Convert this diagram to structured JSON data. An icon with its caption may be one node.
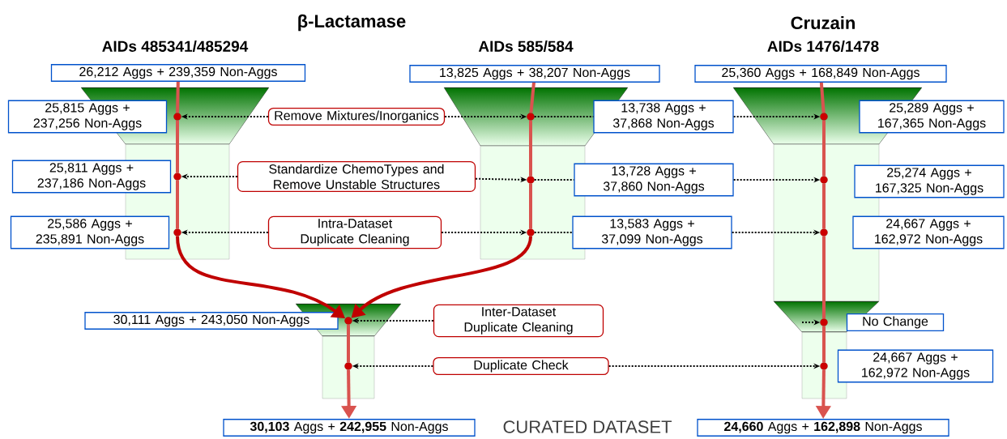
{
  "diagram": {
    "nodes": [
      {
        "text": [
          "26,212 Aggs + 239,359 Non-Aggs"
        ],
        "beside": [
          "AIDs 485341/485294"
        ]
      },
      {
        "text": [
          "13,825 Aggs + 38,207 Non-Aggs"
        ],
        "beside": [
          "AIDs 585/584"
        ]
      },
      {
        "text": [
          "25,360 Aggs + 168,849 Non-Aggs"
        ],
        "beside": [
          "AIDs 1476/1478"
        ]
      },
      {
        "text": [
          "25,815 Aggs + 237,256 Non-Aggs"
        ]
      },
      {
        "text": [
          "25,811 Aggs + 237,186 Non-Aggs"
        ]
      },
      {
        "text": [
          "25,586 Aggs + 235,891 Non-Aggs"
        ]
      },
      {
        "text": [
          "Remove Mixtures/Inorganics"
        ]
      },
      {
        "text": [
          "Standardize ChemoTypes and Remove Unstable Structures"
        ]
      },
      {
        "text": [
          "Intra-Dataset Duplicate Cleaning"
        ]
      },
      {
        "text": [
          "13,738 Aggs + 37,868 Non-Aggs"
        ]
      },
      {
        "text": [
          "13,728 Aggs + 37,860 Non-Aggs"
        ]
      },
      {
        "text": [
          "13,583 Aggs + 37,099 Non-Aggs"
        ]
      },
      {
        "text": [
          "25,289 Aggs + 167,365 Non-Aggs"
        ]
      },
      {
        "text": [
          "25,274 Aggs + 167,325 Non-Aggs"
        ]
      },
      {
        "text": [
          "24,667 Aggs + 162,972 Non-Aggs"
        ]
      },
      {
        "text": [
          "30,111 Aggs + 243,050 Non-Aggs"
        ]
      },
      {
        "text": [
          "Inter-Dataset Duplicate Cleaning"
        ]
      },
      {
        "text": [
          "No Change"
        ]
      },
      {
        "text": [
          "Duplicate Check"
        ]
      },
      {
        "text": [
          "24,667 Aggs + 162,972 Non-Aggs"
        ]
      },
      {
        "text": [
          "**30,103** Aggs + **242,955** Non-Aggs"
        ]
      },
      {
        "text": [
          "**24,660** Aggs + **162,898** Non-Aggs"
        ]
      },
      {
        "text": [],
        "shape": "circle"
      },
      {
        "text": [],
        "shape": "circle"
      },
      {
        "text": [],
        "shape": "circle"
      },
      {
        "text": [],
        "shape": "circle"
      },
      {
        "text": [],
        "shape": "circle"
      },
      {
        "text": [],
        "shape": "circle"
      },
      {
        "text": [],
        "shape": "circle"
      },
      {
        "text": [],
        "shape": "circle"
      },
      {
        "text": [],
        "shape": "circle"
      },
      {
        "text": [],
        "shape": "circle"
      },
      {
        "text": [],
        "shape": "circle"
      },
      {
        "text": [],
        "shape": "circle"
      },
      {
        "text": [],
        "shape": "circle"
      }
    ],
    "edges": [
      {
        "from": 6,
        "to": 22,
        "arrow": "to",
        "style": "dashed"
      },
      {
        "from": 6,
        "to": 25,
        "arrow": "to",
        "style": "dashed"
      },
      {
        "from": 25,
        "to": 9,
        "arrow": "none",
        "style": "dashed"
      },
      {
        "from": 9,
        "to": 28,
        "arrow": "to",
        "style": "dashed"
      },
      {
        "from": 7,
        "to": 23,
        "arrow": "to",
        "style": "dashed"
      },
      {
        "from": 7,
        "to": 26,
        "arrow": "to",
        "style": "dashed"
      },
      {
        "from": 26,
        "to": 10,
        "arrow": "none",
        "style": "dashed"
      },
      {
        "from": 10,
        "to": 29,
        "arrow": "to",
        "style": "dashed"
      },
      {
        "from": 8,
        "to": 24,
        "arrow": "to",
        "style": "dashed"
      },
      {
        "from": 8,
        "to": 27,
        "arrow": "to",
        "style": "dashed"
      },
      {
        "from": 27,
        "to": 11,
        "arrow": "none",
        "style": "dashed"
      },
      {
        "from": 11,
        "to": 30,
        "arrow": "to",
        "style": "dashed"
      },
      {
        "from": 16,
        "to": 31,
        "arrow": "to",
        "style": "dashed"
      },
      {
        "from": null,
        "to": 33,
        "arrow": "to",
        "style": "dashed"
      },
      {
        "from": 18,
        "to": 32,
        "arrow": "to",
        "style": "dashed"
      },
      {
        "from": 18,
        "to": 34,
        "arrow": "to",
        "style": "dashed"
      },
      {
        "from": 0,
        "to": 22,
        "arrow": "none",
        "style": "thick",
        "color": "#d9534f"
      },
      {
        "from": 22,
        "to": 23,
        "arrow": "none",
        "style": "thick",
        "color": "#d9534f"
      },
      {
        "from": 23,
        "to": 24,
        "arrow": "none",
        "style": "thick",
        "color": "#d9534f"
      },
      {
        "from": 24,
        "to": 31,
        "arrow": "to",
        "style": "thick",
        "color": "#c00000"
      },
      {
        "from": 1,
        "to": 25,
        "arrow": "none",
        "style": "thick",
        "color": "#d9534f"
      },
      {
        "from": 25,
        "to": 26,
        "arrow": "none",
        "style": "thick",
        "color": "#d9534f"
      },
      {
        "from": 26,
        "to": 27,
        "arrow": "none",
        "style": "thick",
        "color": "#d9534f"
      },
      {
        "from": 27,
        "to": 31,
        "arrow": "to",
        "style": "thick",
        "color": "#c00000"
      },
      {
        "from": 31,
        "to": 32,
        "arrow": "none",
        "style": "thick",
        "color": "#d9534f"
      },
      {
        "from": 32,
        "to": 20,
        "arrow": "to",
        "style": "thick",
        "color": "#d9534f"
      },
      {
        "from": 2,
        "to": 28,
        "arrow": "none",
        "style": "thick",
        "color": "#d9534f"
      },
      {
        "from": 28,
        "to": 29,
        "arrow": "none",
        "style": "thick",
        "color": "#d9534f"
      },
      {
        "from": 29,
        "to": 30,
        "arrow": "none",
        "style": "thick",
        "color": "#d9534f"
      },
      {
        "from": 30,
        "to": 33,
        "arrow": "none",
        "style": "thick",
        "color": "#d9534f"
      },
      {
        "from": 33,
        "to": 34,
        "arrow": "none",
        "style": "thick",
        "color": "#d9534f"
      },
      {
        "from": 34,
        "to": 21,
        "arrow": "to",
        "style": "thick",
        "color": "#d9534f"
      }
    ],
    "labels": [
      "β-Lactamase",
      "Cruzain",
      "CURATED DATASET"
    ]
  }
}
